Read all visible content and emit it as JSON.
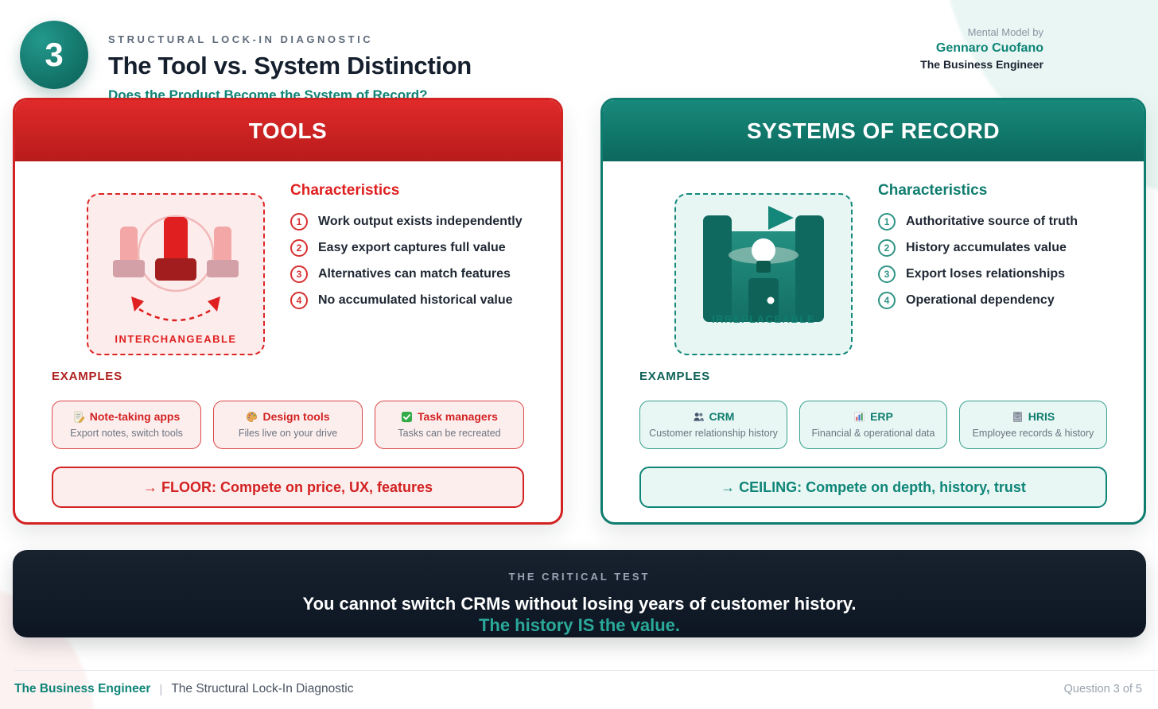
{
  "header": {
    "badge_number": "3",
    "eyebrow": "STRUCTURAL LOCK-IN DIAGNOSTIC",
    "title": "The Tool vs. System Distinction",
    "subtitle": "Does the Product Become the System of Record?",
    "byline_label": "Mental Model by",
    "byline_author": "Gennaro Cuofano",
    "byline_brand": "The Business Engineer"
  },
  "tools_panel": {
    "title": "TOOLS",
    "icon": "interchangeable-tools-icon",
    "icon_label": "INTERCHANGEABLE",
    "characteristics_title": "Characteristics",
    "characteristics": [
      {
        "num": "1",
        "text": "Work output exists independently"
      },
      {
        "num": "2",
        "text": "Easy export captures full value"
      },
      {
        "num": "3",
        "text": "Alternatives can match features"
      },
      {
        "num": "4",
        "text": "No accumulated historical value"
      }
    ],
    "examples_label": "EXAMPLES",
    "examples": [
      {
        "icon": "memo-icon",
        "name": "Note-taking apps",
        "desc": "Export notes, switch tools"
      },
      {
        "icon": "palette-icon",
        "name": "Design tools",
        "desc": "Files live on your drive"
      },
      {
        "icon": "check-icon",
        "name": "Task managers",
        "desc": "Tasks can be recreated"
      }
    ],
    "verdict": "→ FLOOR: Compete on price, UX, features"
  },
  "systems_panel": {
    "title": "SYSTEMS OF RECORD",
    "icon": "castle-icon",
    "icon_label": "IRREPLACEABLE",
    "characteristics_title": "Characteristics",
    "characteristics": [
      {
        "num": "1",
        "text": "Authoritative source of truth"
      },
      {
        "num": "2",
        "text": "History accumulates value"
      },
      {
        "num": "3",
        "text": "Export loses relationships"
      },
      {
        "num": "4",
        "text": "Operational dependency"
      }
    ],
    "examples_label": "EXAMPLES",
    "examples": [
      {
        "icon": "people-icon",
        "name": "CRM",
        "desc": "Customer relationship history"
      },
      {
        "icon": "bar-chart-icon",
        "name": "ERP",
        "desc": "Financial & operational data"
      },
      {
        "icon": "cabinet-icon",
        "name": "HRIS",
        "desc": "Employee records & history"
      }
    ],
    "verdict": "→ CEILING: Compete on depth, history, trust"
  },
  "critical_test": {
    "label": "THE CRITICAL TEST",
    "line1": "You cannot switch CRMs without losing years of customer history.",
    "line2": "The history IS the value."
  },
  "footer": {
    "brand": "The Business Engineer",
    "separator": "|",
    "doc_title": "The Structural Lock-In Diagnostic",
    "page_indicator": "Question 3 of 5"
  },
  "colors": {
    "tools_accent": "#d32222",
    "systems_accent": "#0f8578",
    "banner_bg": "#121c2b",
    "highlight": "#2aa899",
    "title_text": "#151f2d"
  }
}
